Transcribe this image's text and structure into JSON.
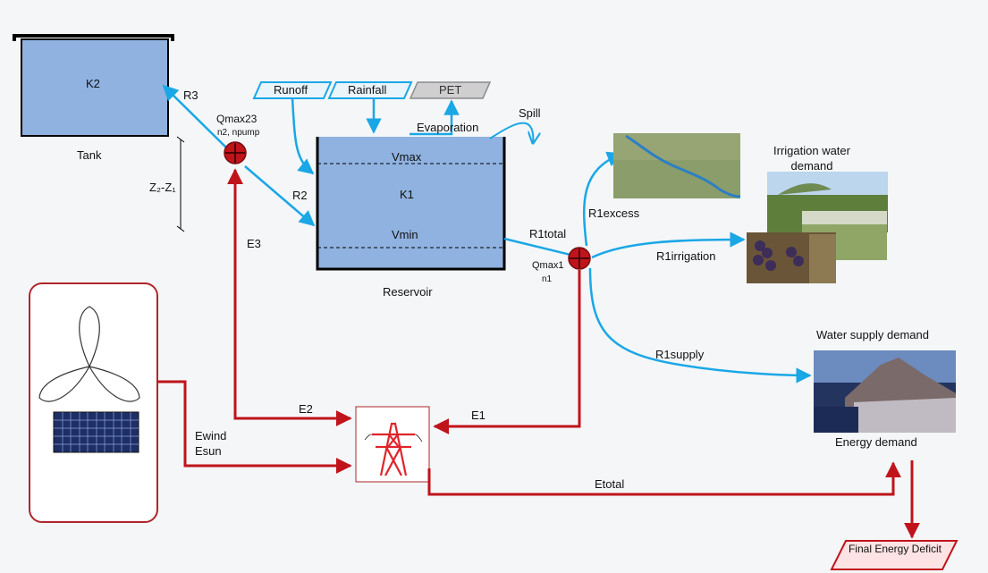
{
  "tank": {
    "name": "K2",
    "caption": "Tank"
  },
  "reservoir": {
    "name": "K1",
    "vmax": "Vmax",
    "vmin": "Vmin",
    "caption": "Reservoir"
  },
  "inputs": {
    "runoff": "Runoff",
    "rainfall": "Rainfall",
    "pet": "PET"
  },
  "labels": {
    "evaporation": "Evaporation",
    "spill": "Spill",
    "r3": "R3",
    "r2": "R2",
    "head_diff": "Z₂-Z₁",
    "qmax23": "Qmax23",
    "eta2": "n2, npump",
    "e3": "E3",
    "e2": "E2",
    "e1": "E1",
    "ewind": "Ewind",
    "esun": "Esun",
    "etotal": "Etotal",
    "r1total": "R1total",
    "qmax1": "Qmax1",
    "eta1": "n1",
    "r1excess": "R1excess",
    "r1irrigation": "R1irrigation",
    "r1supply": "R1supply"
  },
  "demands": {
    "irrigation": "Irrigation water demand",
    "water_supply": "Water supply demand",
    "energy": "Energy demand",
    "deficit": "Final Energy Deficit"
  },
  "colors": {
    "water": "#1aa7e6",
    "energy": "#c0141b",
    "tank_fill": "#8fb2e0",
    "reservoir_fill": "#8fb2e0",
    "deficit_fill": "#fde3e3"
  }
}
